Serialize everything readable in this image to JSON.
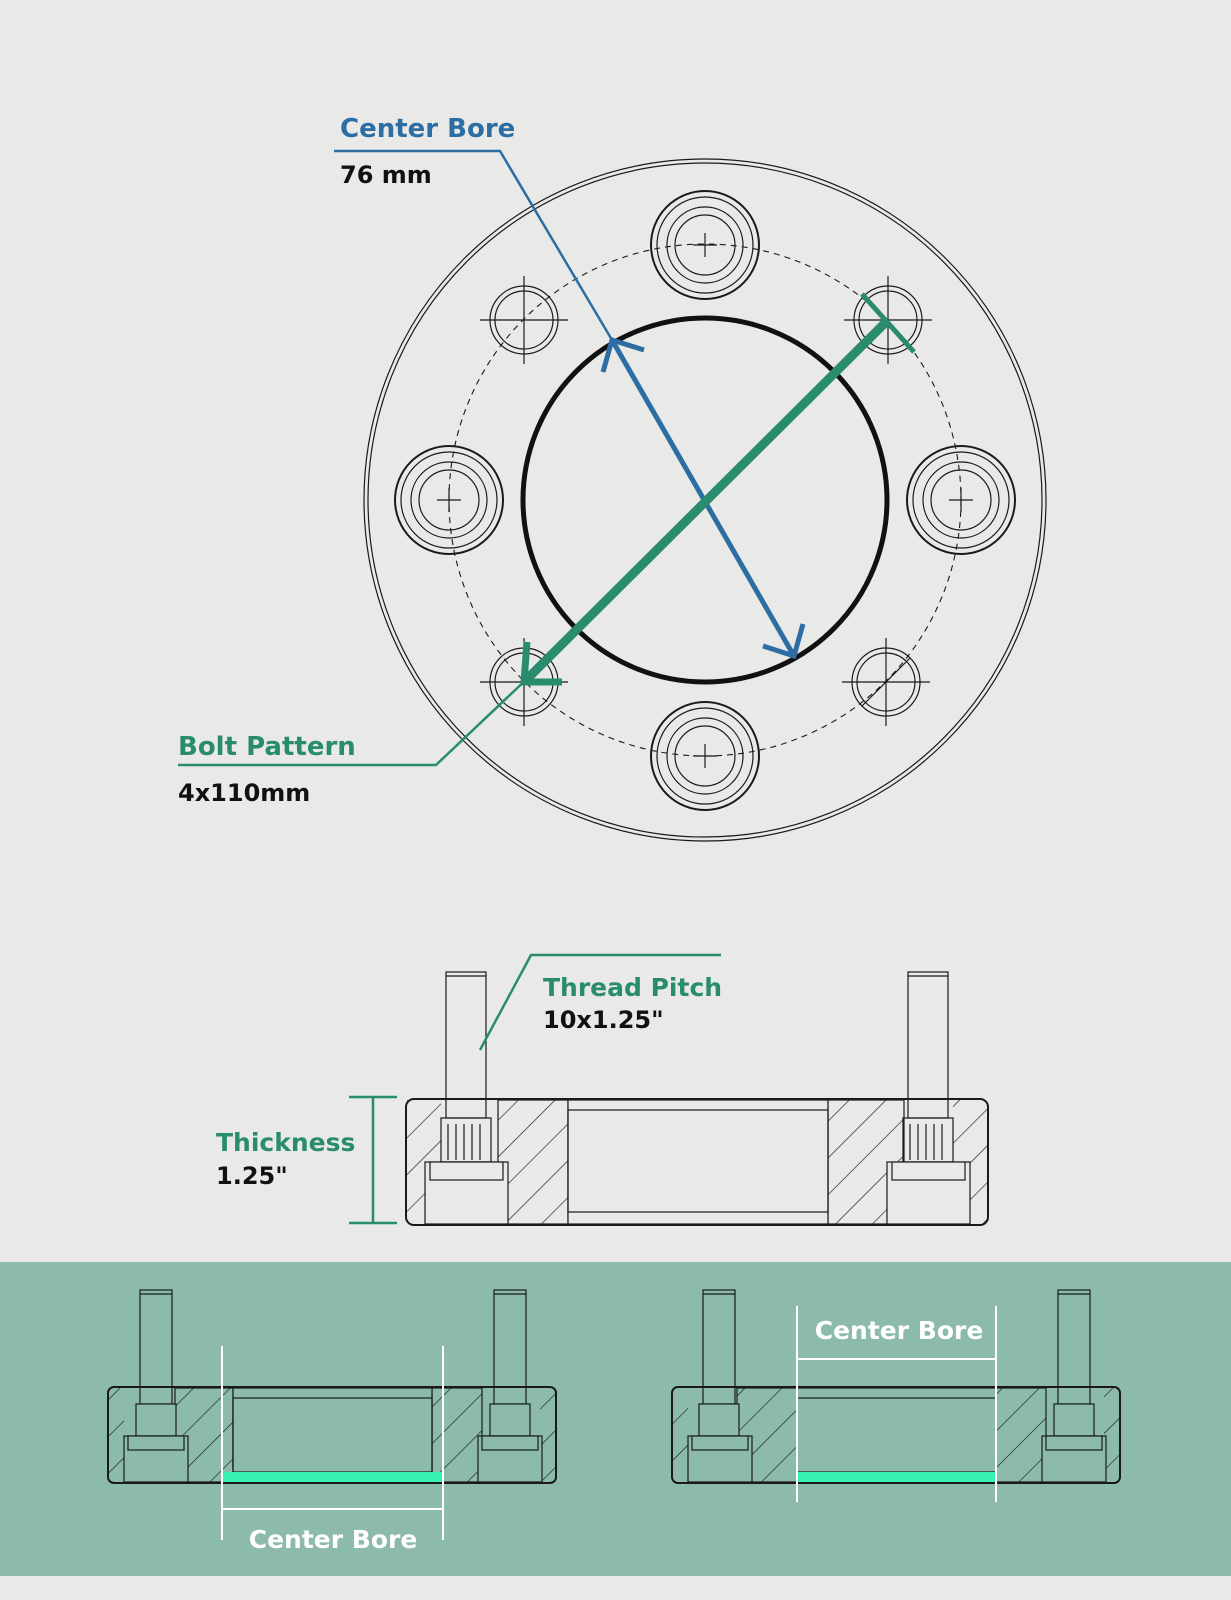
{
  "colors": {
    "background": "#e9e9e7",
    "blue_accent": "#2c6ea3",
    "green_accent": "#2a8c6e",
    "panel_green": "#8dbbab",
    "highlight_mint": "#37f0b4",
    "line": "#1a1a1a",
    "white": "#ffffff"
  },
  "top_view": {
    "center_bore": {
      "title": "Center Bore",
      "value": "76 mm"
    },
    "bolt_pattern": {
      "title": "Bolt Pattern",
      "value": "4x110mm"
    }
  },
  "side_view": {
    "thread_pitch": {
      "title": "Thread Pitch",
      "value": "10x1.25\""
    },
    "thickness": {
      "title": "Thickness",
      "value": "1.25\""
    }
  },
  "bottom_panel": {
    "left_label": "Center Bore",
    "right_label": "Center Bore"
  }
}
